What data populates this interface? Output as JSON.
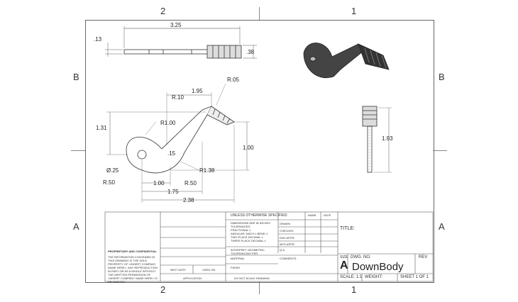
{
  "zones": {
    "top_left": "2",
    "top_right": "1",
    "bottom_left": "2",
    "bottom_right": "1",
    "left_top": "B",
    "left_bottom": "A",
    "right_top": "B",
    "right_bottom": "A"
  },
  "dims": {
    "overall_length": "3.25",
    "thickness": ".13",
    "height_end": ".38",
    "r_small": "R.05",
    "r_bend": "R.10",
    "width_1_95": "1.95",
    "r_1_00": "R1.00",
    "h_1_31": "1.31",
    "h_1_00": "1.00",
    "dim_15": ".15",
    "r_1_38": "R1.38",
    "dia": "Ø.25",
    "r_50_left": "R.50",
    "r_50_right": "R.50",
    "w_1_00": "1.00",
    "w_1_75": "1.75",
    "w_2_38": "2.38",
    "h_1_93": "1.93"
  },
  "title_block": {
    "unless": "UNLESS OTHERWISE SPECIFIED:",
    "name": "NAME",
    "date": "DATE",
    "dimensions": "DIMENSIONS ARE IN INCHES",
    "tolerances": "TOLERANCES:",
    "fractional": "FRACTIONAL ±",
    "angular": "ANGULAR: MACH ±   BEND ±",
    "two_place": "TWO PLACE DECIMAL   ±",
    "three_place": "THREE PLACE DECIMAL  ±",
    "drawn": "DRAWN",
    "checked": "CHECKED",
    "eng_appr": "ENG APPR.",
    "mfg_appr": "MFG APPR.",
    "qa": "Q.A.",
    "comments": "COMMENTS:",
    "interpret": "INTERPRET GEOMETRIC TOLERANCING PER:",
    "material": "MATERIAL",
    "finish": "FINISH",
    "next_assy": "NEXT ASSY",
    "used_on": "USED ON",
    "application": "APPLICATION",
    "do_not_scale": "DO NOT SCALE DRAWING",
    "proprietary_title": "PROPRIETARY AND CONFIDENTIAL",
    "proprietary_text": "THE INFORMATION CONTAINED IN THIS DRAWING IS THE SOLE PROPERTY OF <INSERT COMPANY NAME HERE>. ANY REPRODUCTION IN PART OR AS A WHOLE WITHOUT THE WRITTEN PERMISSION OF <INSERT COMPANY NAME HERE> IS PROHIBITED.",
    "title": "TITLE:",
    "size_label": "SIZE",
    "size": "A",
    "dwg_no_label": "DWG.  NO.",
    "dwg_no": "DownBody",
    "rev": "REV",
    "scale": "SCALE: 1:1",
    "weight": "WEIGHT:",
    "sheet": "SHEET 1 OF 1"
  }
}
